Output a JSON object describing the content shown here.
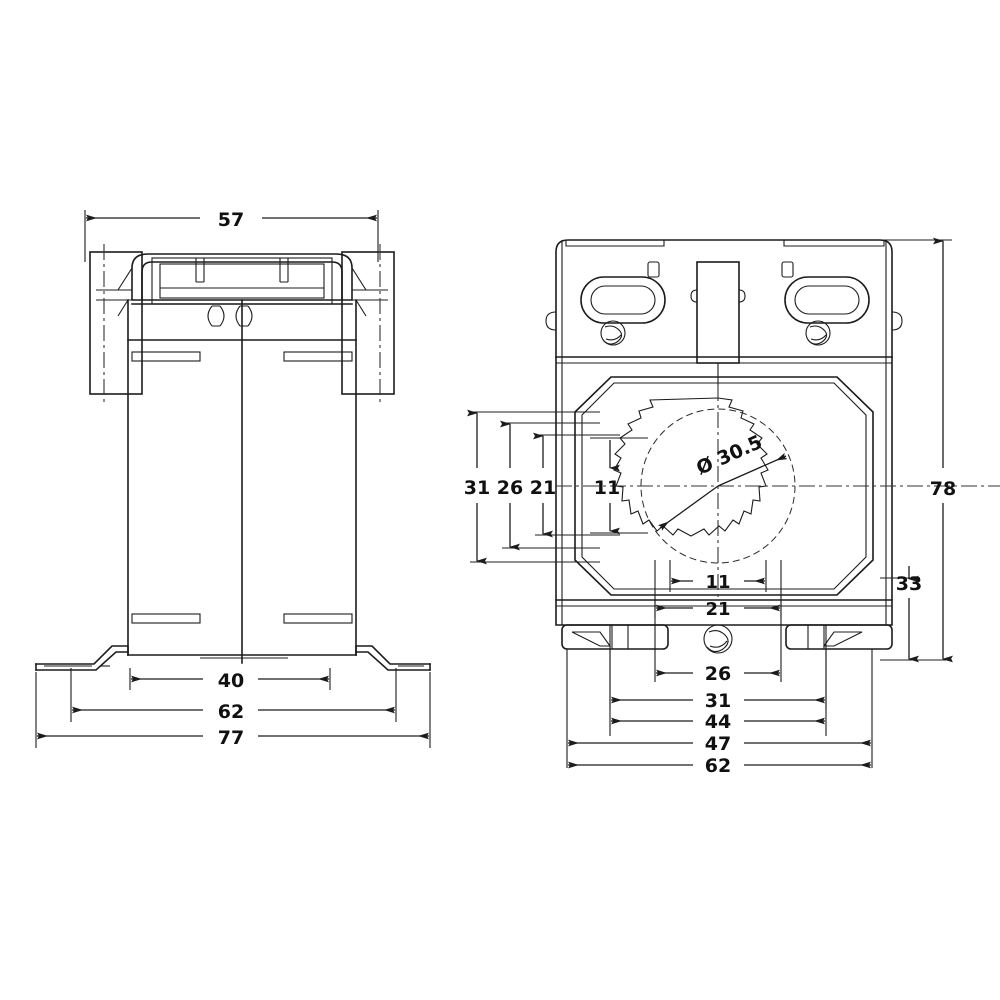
{
  "drawing": {
    "title": "Current transformer outline dimension drawing",
    "units": "mm",
    "line_color": "#1c1c1c",
    "background": "#ffffff",
    "views": [
      {
        "name": "side-view",
        "position": "left"
      },
      {
        "name": "front-view",
        "position": "right"
      }
    ]
  },
  "dimensions": {
    "side_view": {
      "top_width": "57",
      "foot_inner": "40",
      "body_width": "62",
      "overall_width": "77"
    },
    "front_view": {
      "vertical_left": {
        "d31": "31",
        "d26": "26",
        "d21": "21",
        "d11": "11"
      },
      "vertical_right": {
        "overall_height": "78",
        "lower_height": "33"
      },
      "horizontal_bottom": {
        "h11": "11",
        "h21": "21",
        "h26": "26",
        "h31": "31",
        "h44": "44",
        "h47": "47",
        "h62": "62"
      },
      "bore_diameter": "Ø 30.5"
    }
  },
  "labels": {
    "diameter_symbol": "Ø",
    "bore": "30.5"
  }
}
